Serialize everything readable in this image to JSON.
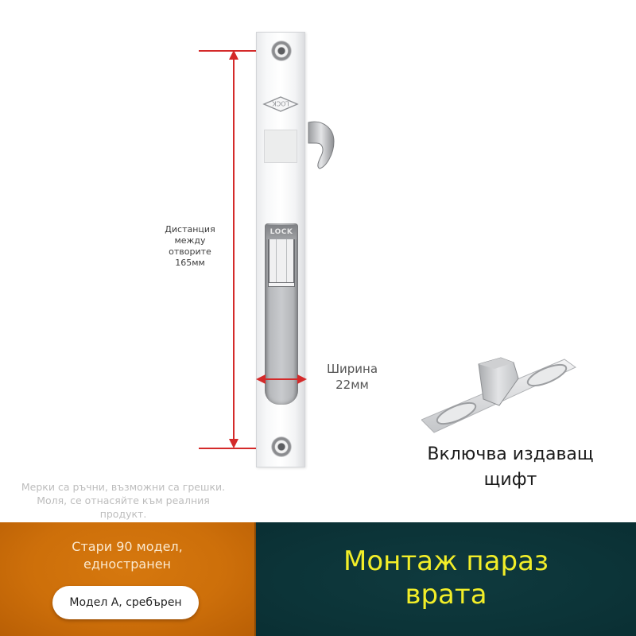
{
  "product_image": {
    "lock_body": {
      "logo_text": "LOCK",
      "slider_text": "LOCK"
    },
    "dimension_hole_distance": {
      "line1": "Дистанция",
      "line2": "между",
      "line3": "отворите",
      "line4": "165мм"
    },
    "dimension_width": {
      "line1": "Ширина",
      "line2": "22мм"
    },
    "striker_caption": {
      "line1": "Включва издаващ",
      "line2": "щифт"
    },
    "disclaimer": {
      "line1": "Мерки са ръчни, възможни са грешки.",
      "line2": "Моля, се отнасяйте към реалния",
      "line3": "продукт."
    }
  },
  "banner": {
    "left": {
      "title_line1": "Стари 90 модел,",
      "title_line2": "едностранен",
      "model_button_label": "Модел A, сребърен",
      "background_color": "#cd6f0a"
    },
    "right": {
      "title_line1": "Монтаж параз",
      "title_line2": "врата",
      "background_color": "#0c3438",
      "text_color": "#f2ee28"
    }
  },
  "colors": {
    "dimension_line": "#d42a2a"
  }
}
